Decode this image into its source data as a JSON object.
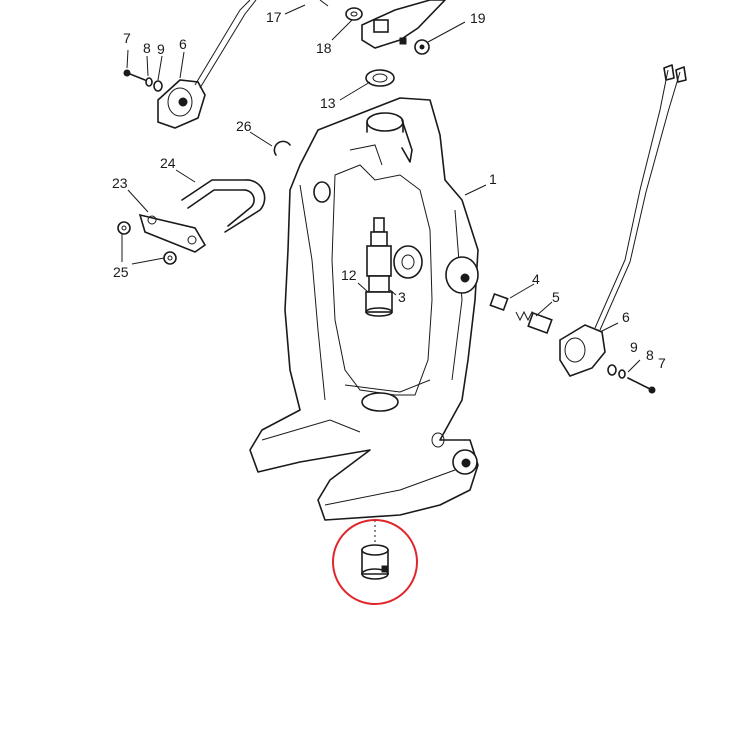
{
  "highlight_color": "#e0252b",
  "line_color": "#1a1a1a",
  "callouts": {
    "c1": "1",
    "c3": "3",
    "c4": "4",
    "c5": "5",
    "c6_left": "6",
    "c6_right": "6",
    "c7_left": "7",
    "c7_right": "7",
    "c8_left": "8",
    "c8_right": "8",
    "c9_left": "9",
    "c9_right": "9",
    "c12": "12",
    "c13": "13",
    "c17": "17",
    "c18": "18",
    "c19": "19",
    "c23": "23",
    "c24": "24",
    "c25": "25",
    "c26": "26"
  }
}
